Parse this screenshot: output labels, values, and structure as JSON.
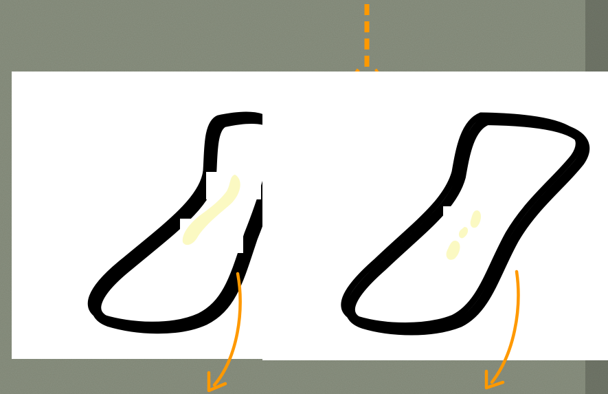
{
  "slide": {
    "background_color": "#7c8372",
    "panel_color": "#ffffff",
    "outline_color": "#000000",
    "highlight_color": "#fbf9c2",
    "arrow_color": "#ff9900"
  },
  "panels": [
    {
      "name": "left-panel",
      "contents": [
        "pad-outline",
        "center-smear",
        "down-arrow"
      ]
    },
    {
      "name": "right-panel",
      "contents": [
        "pad-outline",
        "center-spots",
        "down-arrow"
      ]
    }
  ],
  "top_arrow": {
    "style": "dashed",
    "direction": "down"
  }
}
